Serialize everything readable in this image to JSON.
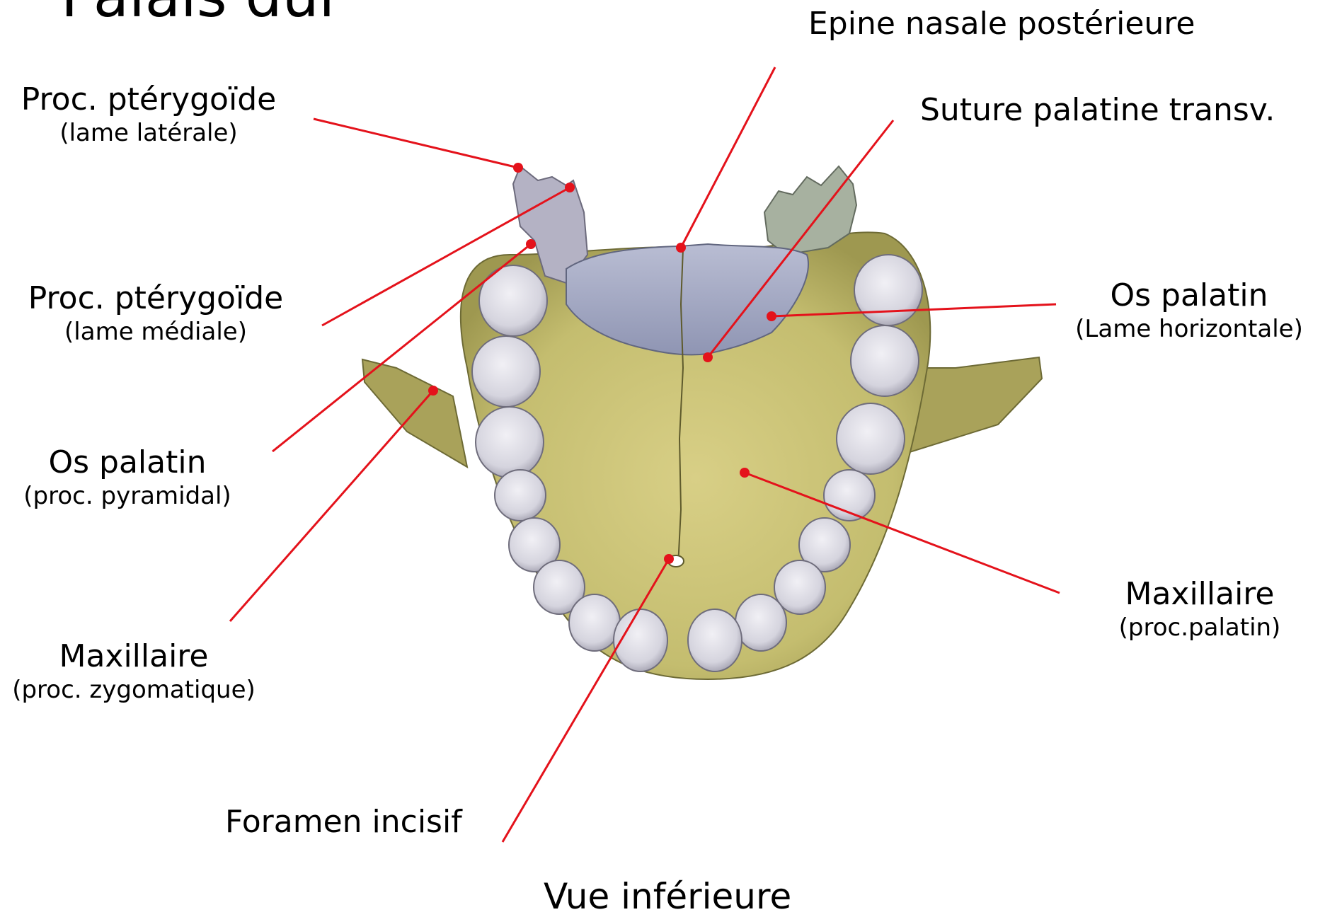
{
  "title": "Palais dur",
  "caption": "Vue inférieure",
  "colors": {
    "leader_line": "#e4121b",
    "bone": "#c9c27a",
    "bone_dark": "#8d8a45",
    "palatine": "#a3a9c4",
    "tooth": "#dcdbe3",
    "pterygoid_left": "#b4b2c4",
    "pterygoid_right": "#a7b1a0"
  },
  "labels": {
    "epine": {
      "main": "Epine nasale postérieure"
    },
    "suture": {
      "main": "Suture palatine transv."
    },
    "ptery_lat": {
      "main": "Proc. ptérygoïde",
      "sub": "(lame latérale)"
    },
    "ptery_med": {
      "main": "Proc. ptérygoïde",
      "sub": "(lame médiale)"
    },
    "os_pal_horiz": {
      "main": "Os palatin",
      "sub": "(Lame horizontale)"
    },
    "os_pal_pyr": {
      "main": "Os palatin",
      "sub": "(proc. pyramidal)"
    },
    "max_zyg": {
      "main": "Maxillaire",
      "sub": "(proc. zygomatique)"
    },
    "max_pal": {
      "main": "Maxillaire",
      "sub": "(proc.palatin)"
    },
    "foramen": {
      "main": "Foramen incisif"
    }
  }
}
